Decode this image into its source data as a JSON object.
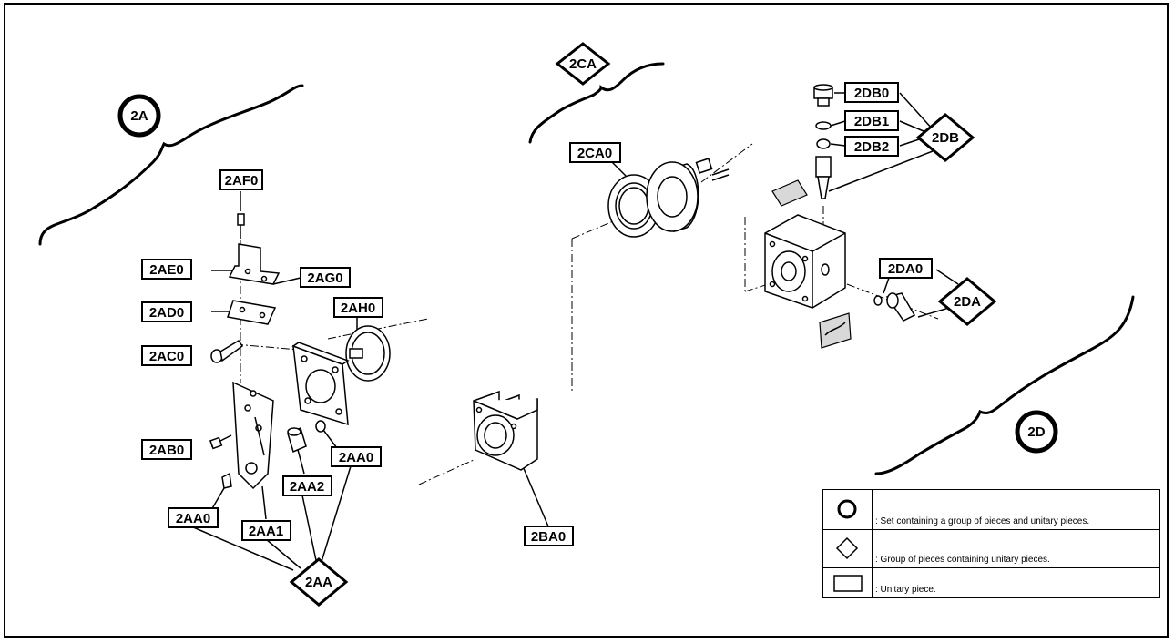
{
  "groups": {
    "set_2A": "2A",
    "set_2D": "2D",
    "group_2CA": "2CA",
    "group_2DB": "2DB",
    "group_2DA": "2DA",
    "group_2AA": "2AA"
  },
  "pieces": {
    "p2AF0": "2AF0",
    "p2AE0": "2AE0",
    "p2AG0": "2AG0",
    "p2AD0": "2AD0",
    "p2AH0": "2AH0",
    "p2AC0": "2AC0",
    "p2AB0": "2AB0",
    "p2AA0_right": "2AA0",
    "p2AA2": "2AA2",
    "p2AA0_left": "2AA0",
    "p2AA1": "2AA1",
    "p2BA0": "2BA0",
    "p2CA0": "2CA0",
    "p2DB0": "2DB0",
    "p2DB1": "2DB1",
    "p2DB2": "2DB2",
    "p2DA0": "2DA0"
  },
  "legend": {
    "set": ": Set containing a group of pieces and unitary pieces.",
    "group": ": Group of pieces containing unitary pieces.",
    "unitary": ": Unitary piece."
  }
}
